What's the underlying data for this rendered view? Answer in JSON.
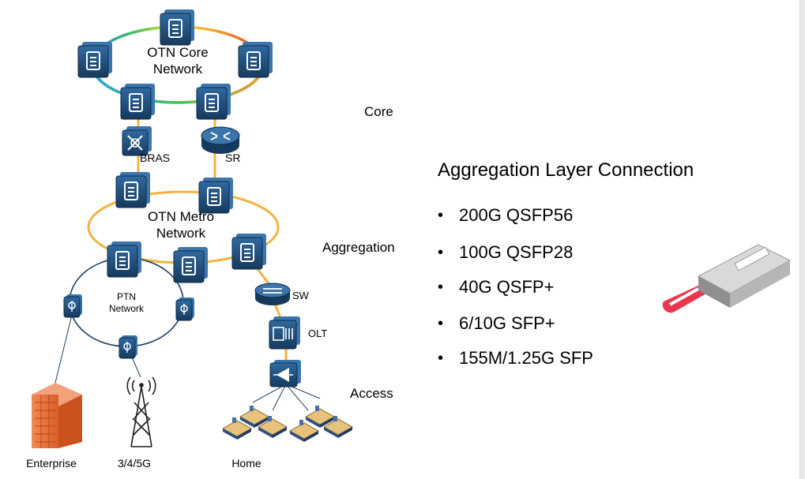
{
  "labels": {
    "otn_core_line1": "OTN Core",
    "otn_core_line2": "Network",
    "core": "Core",
    "bras": "BRAS",
    "sr": "SR",
    "otn_metro_line1": "OTN Metro",
    "otn_metro_line2": "Network",
    "aggregation": "Aggregation",
    "ptn_line1": "PTN",
    "ptn_line2": "Network",
    "sw": "SW",
    "olt": "OLT",
    "access": "Access",
    "enterprise": "Enterprise",
    "mobile": "3/4/5G",
    "home": "Home"
  },
  "panel": {
    "title": "Aggregation Layer Connection",
    "items": [
      "200G QSFP56",
      "100G QSFP28",
      "40G QSFP+",
      "6/10G SFP+",
      "155M/1.25G SFP"
    ]
  },
  "colors": {
    "device_blue": "#1f4e7a",
    "link_yellow": "#f3b33d",
    "ptn_ring": "#1f3f63",
    "building_orange": "#e8743b",
    "pull_tab_red": "#e8384f"
  },
  "icons": {
    "otn_node": "otn-node-icon",
    "bras": "bras-icon",
    "router": "router-icon",
    "ptn_node": "ptn-node-icon",
    "switch": "switch-icon",
    "olt": "olt-icon",
    "splitter": "splitter-icon",
    "enterprise": "enterprise-building-icon",
    "tower": "cell-tower-icon",
    "home": "home-icon",
    "module": "qsfp-module-icon"
  }
}
